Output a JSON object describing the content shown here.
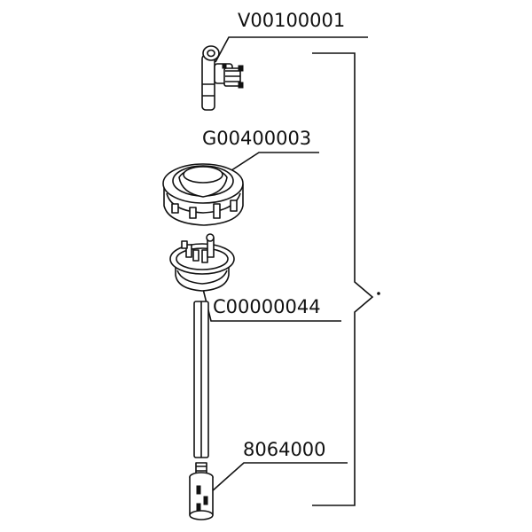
{
  "diagram": {
    "labels": {
      "valve": "V00100001",
      "gasket": "G00400003",
      "cap": "C00000044",
      "foot": "8064000"
    }
  }
}
